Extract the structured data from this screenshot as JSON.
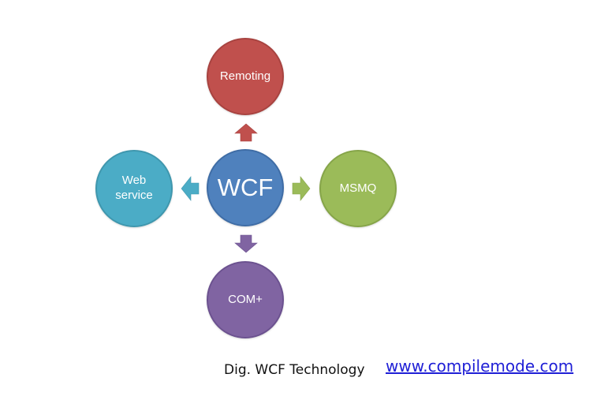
{
  "diagram": {
    "center": {
      "label": "WCF",
      "color": "#4f81bd"
    },
    "nodes": {
      "top": {
        "label": "Remoting",
        "color": "#c0504d"
      },
      "left": {
        "label": "Web service",
        "color": "#4bacc6"
      },
      "right": {
        "label": "MSMQ",
        "color": "#9bbb59"
      },
      "bottom": {
        "label": "COM+",
        "color": "#8064a2"
      }
    },
    "arrows": {
      "up": {
        "icon": "arrow-up-icon",
        "color": "#c0504d"
      },
      "left": {
        "icon": "arrow-left-icon",
        "color": "#4bacc6"
      },
      "right": {
        "icon": "arrow-right-icon",
        "color": "#9bbb59"
      },
      "down": {
        "icon": "arrow-down-icon",
        "color": "#8064a2"
      }
    }
  },
  "caption": "Dig. WCF Technology",
  "link": {
    "text": "www.compilemode.com",
    "color": "#1f1fd6"
  }
}
